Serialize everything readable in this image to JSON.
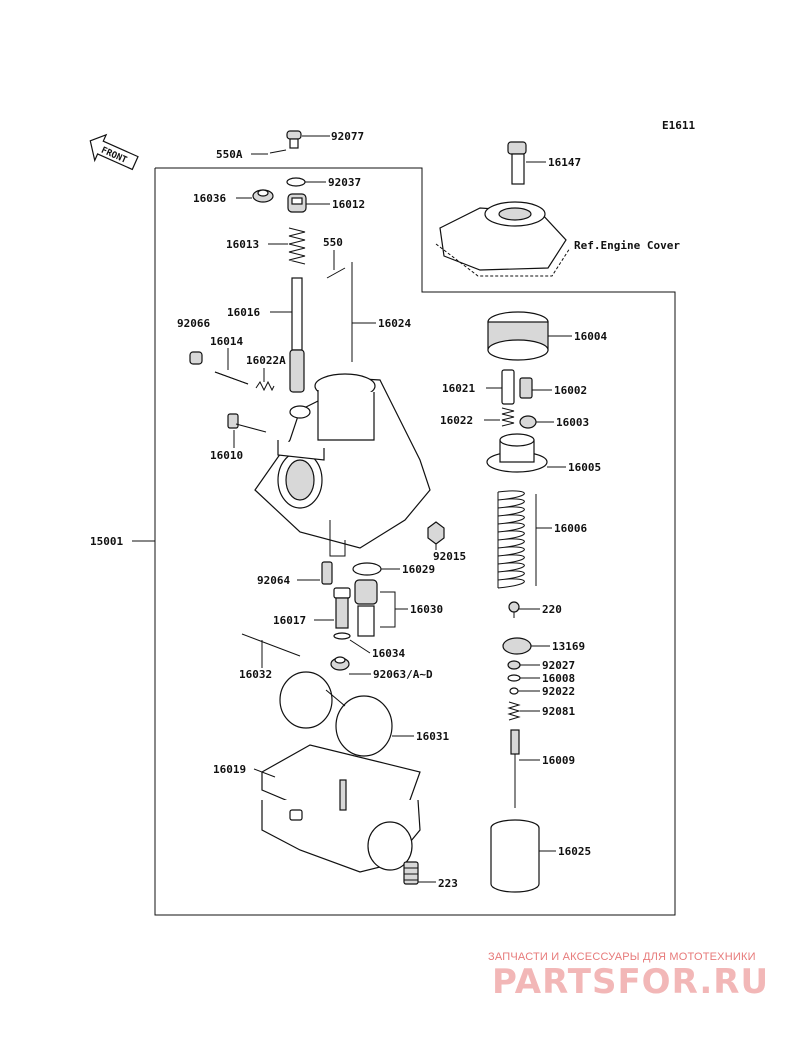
{
  "diagram_code": "E1611",
  "front_label": "FRONT",
  "ref_note": "Ref.Engine Cover",
  "watermark": {
    "top": "ЗАПЧАСТИ И АКСЕССУАРЫ ДЛЯ МОТОТЕХНИКИ",
    "brand": "PARTSFOR.RU"
  },
  "parts": {
    "p92077": "92077",
    "p550A": "550A",
    "p92037": "92037",
    "p16036": "16036",
    "p16012": "16012",
    "p16013": "16013",
    "p550": "550",
    "p16016": "16016",
    "p16024": "16024",
    "p92066": "92066",
    "p16014": "16014",
    "p16022A": "16022A",
    "p16010": "16010",
    "p15001": "15001",
    "p92015": "92015",
    "p92064": "92064",
    "p16029": "16029",
    "p16030": "16030",
    "p16017": "16017",
    "p16034": "16034",
    "p16032": "16032",
    "p92063": "92063/A~D",
    "p16031": "16031",
    "p16019": "16019",
    "p223": "223",
    "p16147": "16147",
    "p16004": "16004",
    "p16021": "16021",
    "p16002": "16002",
    "p16022": "16022",
    "p16003": "16003",
    "p16005": "16005",
    "p16006": "16006",
    "p220": "220",
    "p13169": "13169",
    "p92027": "92027",
    "p16008": "16008",
    "p92022": "92022",
    "p92081": "92081",
    "p16009": "16009",
    "p16025": "16025"
  }
}
